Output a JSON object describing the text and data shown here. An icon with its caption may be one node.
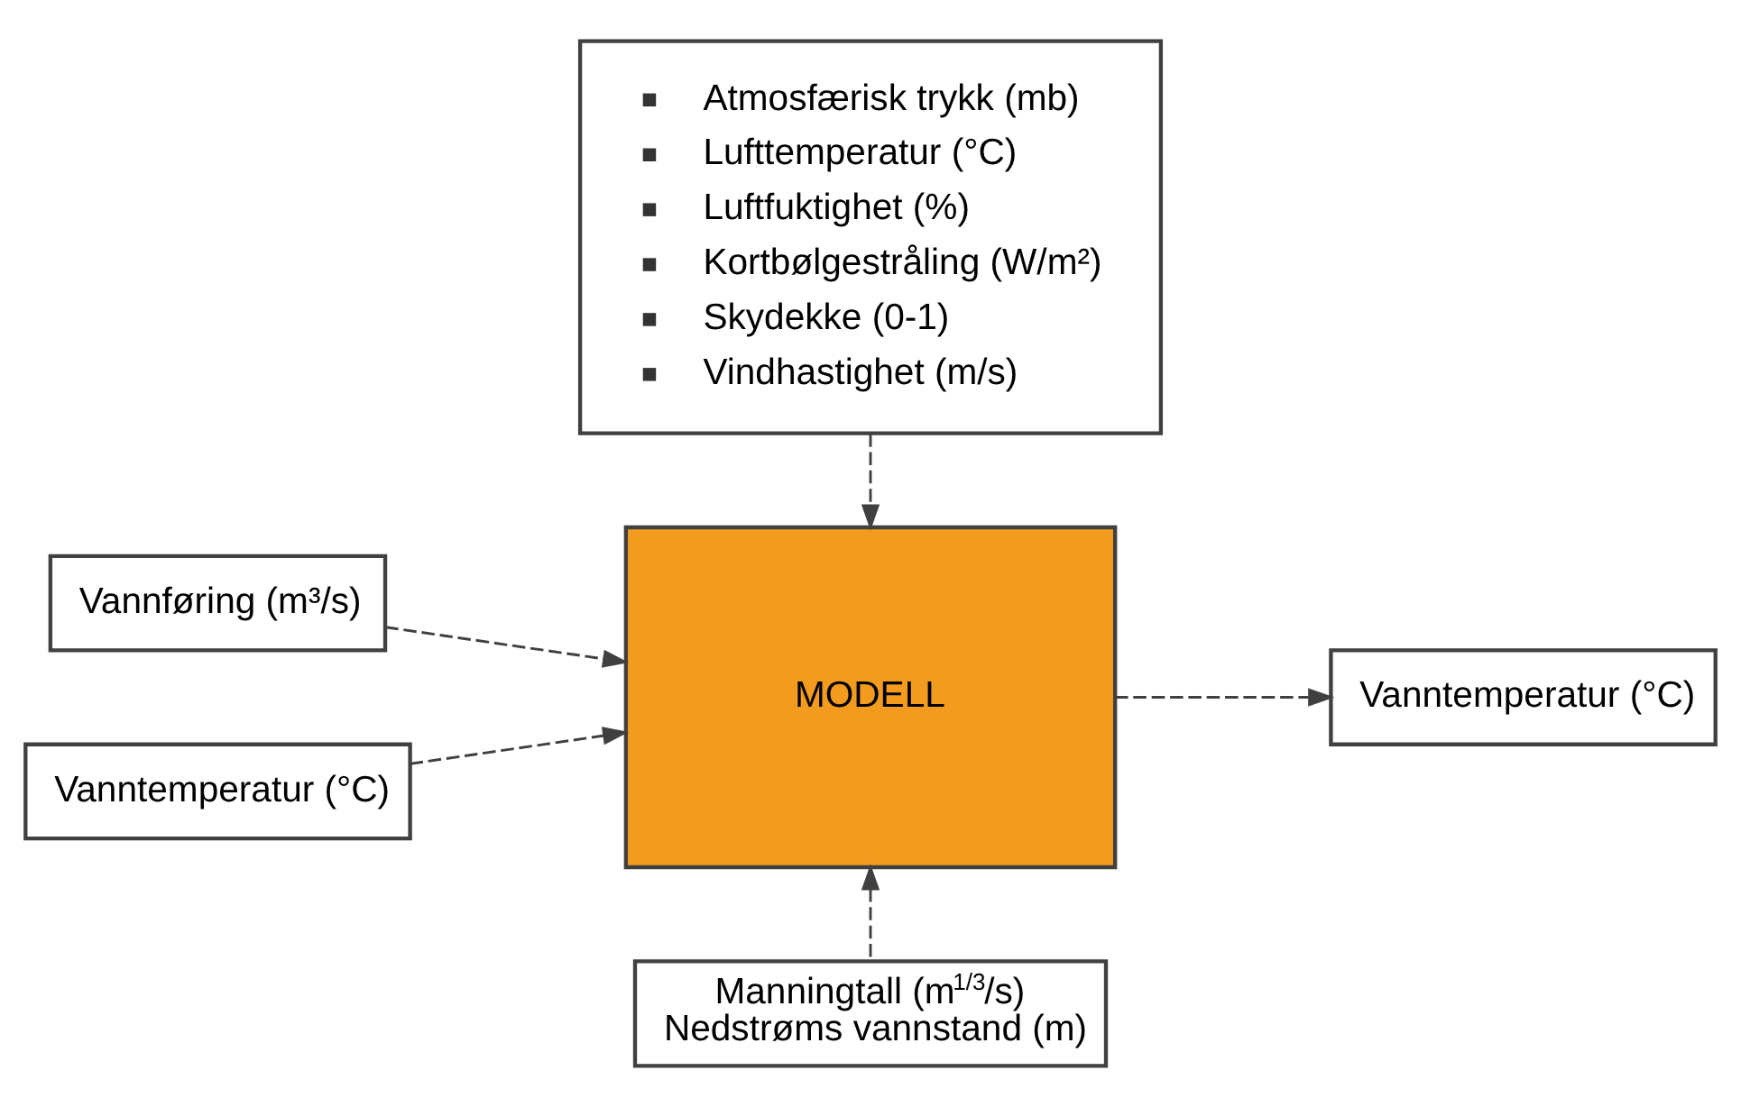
{
  "diagram": {
    "nodes": [
      {
        "text": [
          "Atmosfærisk trykk (mb)",
          "Lufttemperatur (°C)",
          "Luftfuktighet (%)",
          "Kortbølgestråling (W/m²)",
          "Skydekke (0-1)",
          "Vindhastighet (m/s)"
        ]
      },
      {
        "text": [
          "Vannføring (m³/s)"
        ]
      },
      {
        "text": [
          "Vanntemperatur (°C)"
        ]
      },
      {
        "text": [
          "MODELL"
        ]
      },
      {
        "text": [
          "Vanntemperatur (°C)"
        ]
      },
      {
        "text": [
          "Manningtall (m$^{1/3}$/s)",
          "Nedstrøms vannstand (m)"
        ]
      }
    ],
    "edges": [
      {
        "from": 0,
        "to": 3,
        "arrow": "to",
        "style": "dashed"
      },
      {
        "from": 1,
        "to": 3,
        "arrow": "to",
        "style": "dashed"
      },
      {
        "from": 2,
        "to": 3,
        "arrow": "to",
        "style": "dashed"
      },
      {
        "from": 3,
        "to": 4,
        "arrow": "to",
        "style": "dashed"
      },
      {
        "from": 5,
        "to": 3,
        "arrow": "to",
        "style": "dashed"
      }
    ]
  }
}
